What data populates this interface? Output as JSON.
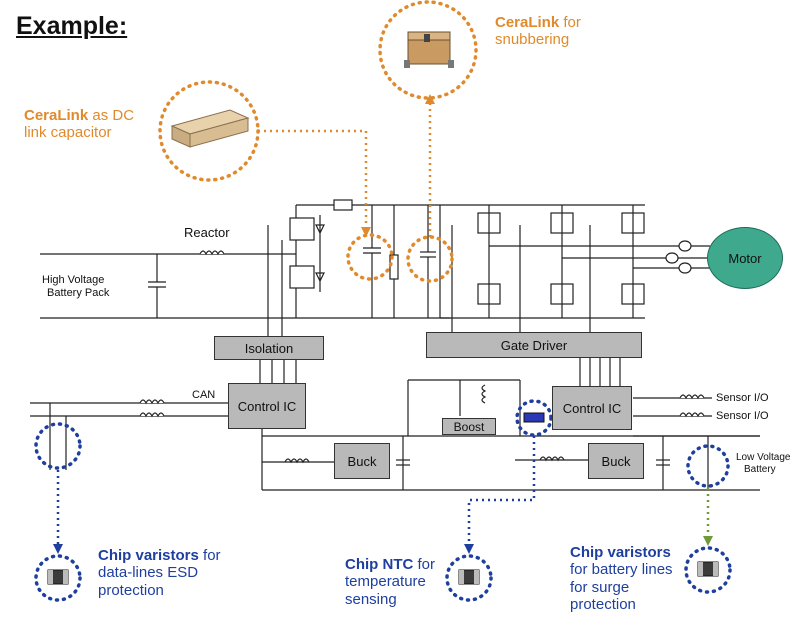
{
  "title": "Example:",
  "callouts": {
    "ceralink_dc": {
      "bold": "CeraLink",
      "rest": " as DC",
      "line2": "link capacitor"
    },
    "ceralink_snub": {
      "bold": "CeraLink",
      "rest": " for",
      "line2": "snubbering"
    },
    "varistor_data": {
      "bold": "Chip varistors",
      "rest": " for",
      "line2": "data-lines ESD",
      "line3": "protection"
    },
    "ntc": {
      "bold": "Chip NTC",
      "rest": " for",
      "line2": "temperature",
      "line3": "sensing"
    },
    "varistor_batt": {
      "bold": "Chip varistors",
      "line2": "for battery lines",
      "line3": "for surge",
      "line4": "protection"
    }
  },
  "labels": {
    "reactor": "Reactor",
    "hv_battery_1": "High Voltage",
    "hv_battery_2": "Battery Pack",
    "can": "CAN",
    "sensor_io_1": "Sensor I/O",
    "sensor_io_2": "Sensor I/O",
    "lv_battery_1": "Low Voltage",
    "lv_battery_2": "Battery"
  },
  "blocks": {
    "isolation": "Isolation",
    "gate_driver": "Gate Driver",
    "control_ic_left": "Control IC",
    "control_ic_right": "Control IC",
    "boost": "Boost",
    "buck_left": "Buck",
    "buck_right": "Buck",
    "motor": "Motor"
  },
  "colors": {
    "orange": "#e08a2c",
    "blue": "#1f3f9f",
    "green": "#6f9a3a",
    "block_fill": "#b9b9b9",
    "motor_fill": "#3fa98e"
  }
}
